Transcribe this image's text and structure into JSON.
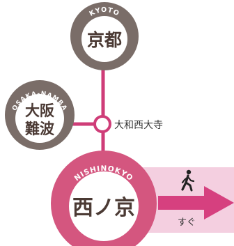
{
  "stations": {
    "kyoto": {
      "name": "京都",
      "romaji": "KYOTO"
    },
    "osaka_namba": {
      "name_line1": "大阪",
      "name_line2": "難波",
      "romaji": "OSAKA-NAMBA"
    },
    "yamato_saidaiji": {
      "name": "大和西大寺"
    },
    "nishinokyo": {
      "name": "西ノ京",
      "romaji": "NISHINOKYO"
    }
  },
  "walk": {
    "label": "すぐ",
    "icon": "walking-person-icon"
  },
  "colors": {
    "line": "#cf3d78",
    "gray_ring": "#7a6d68",
    "pink_ring": "#d4567f",
    "highlight_bg": "#f4cfe0",
    "arrow": "#d6407f",
    "kanji_text": "#4b3a34"
  }
}
